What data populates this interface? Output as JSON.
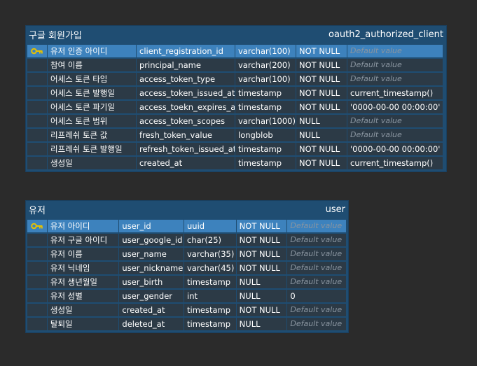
{
  "tables": [
    {
      "name": "구글 회원가입",
      "physical_name": "oauth2_authorized_client",
      "rows": [
        {
          "pk": true,
          "logical": "유저 인증 아이디",
          "physical": "client_registration_id",
          "type": "varchar(100)",
          "null": "NOT NULL",
          "default": "Default value",
          "placeholder": true
        },
        {
          "pk": false,
          "logical": "참여 이름",
          "physical": "principal_name",
          "type": "varchar(200)",
          "null": "NOT NULL",
          "default": "Default value",
          "placeholder": true
        },
        {
          "pk": false,
          "logical": "어세스 토큰 타입",
          "physical": "access_token_type",
          "type": "varchar(100)",
          "null": "NOT NULL",
          "default": "Default value",
          "placeholder": true
        },
        {
          "pk": false,
          "logical": "어세스 토큰 발행일",
          "physical": "access_token_issued_at",
          "type": "timestamp",
          "null": "NOT NULL",
          "default": "current_timestamp()",
          "placeholder": false
        },
        {
          "pk": false,
          "logical": "어세스 토큰 파기일",
          "physical": "access_toekn_expires_at",
          "type": "timestamp",
          "null": "NOT NULL",
          "default": "'0000-00-00 00:00:00'",
          "placeholder": false
        },
        {
          "pk": false,
          "logical": "어세스 토큰 범위",
          "physical": "access_token_scopes",
          "type": "varchar(1000)",
          "null": "NULL",
          "default": "Default value",
          "placeholder": true
        },
        {
          "pk": false,
          "logical": "리프레쉬 토큰 값",
          "physical": "fresh_token_value",
          "type": "longblob",
          "null": "NULL",
          "default": "Default value",
          "placeholder": true
        },
        {
          "pk": false,
          "logical": "리프레쉬 토큰 발행일",
          "physical": "refresh_token_issued_at",
          "type": "timestamp",
          "null": "NOT NULL",
          "default": "'0000-00-00 00:00:00'",
          "placeholder": false
        },
        {
          "pk": false,
          "logical": "생성일",
          "physical": "created_at",
          "type": "timestamp",
          "null": "NOT NULL",
          "default": "current_timestamp()",
          "placeholder": false
        }
      ]
    },
    {
      "name": "유저",
      "physical_name": "user",
      "rows": [
        {
          "pk": true,
          "logical": "유저 아이디",
          "physical": "user_id",
          "type": "uuid",
          "null": "NOT NULL",
          "default": "Default value",
          "placeholder": true
        },
        {
          "pk": false,
          "logical": "유저 구글 아이디",
          "physical": "user_google_id",
          "type": "char(25)",
          "null": "NOT NULL",
          "default": "Default value",
          "placeholder": true
        },
        {
          "pk": false,
          "logical": "유저 이름",
          "physical": "user_name",
          "type": "varchar(35)",
          "null": "NOT NULL",
          "default": "Default value",
          "placeholder": true
        },
        {
          "pk": false,
          "logical": "유저 닉네임",
          "physical": "user_nickname",
          "type": "varchar(45)",
          "null": "NOT NULL",
          "default": "Default value",
          "placeholder": true
        },
        {
          "pk": false,
          "logical": "유저 생년월일",
          "physical": "user_birth",
          "type": "timestamp",
          "null": "NULL",
          "default": "Default value",
          "placeholder": true
        },
        {
          "pk": false,
          "logical": "유저 성별",
          "physical": "user_gender",
          "type": "int",
          "null": "NULL",
          "default": "0",
          "placeholder": false
        },
        {
          "pk": false,
          "logical": "생성일",
          "physical": "created_at",
          "type": "timestamp",
          "null": "NOT NULL",
          "default": "Default value",
          "placeholder": true
        },
        {
          "pk": false,
          "logical": "탈퇴일",
          "physical": "deleted_at",
          "type": "timestamp",
          "null": "NULL",
          "default": "Default value",
          "placeholder": true
        }
      ]
    }
  ],
  "colors": {
    "background": "#2b2b2b",
    "table_frame": "#1f4d72",
    "pk_row": "#3d82bd",
    "cell": "#2c3a46",
    "key_icon": "#e8c200",
    "placeholder_text": "#8a95a0"
  },
  "icons": {
    "primary_key": "key-icon"
  }
}
